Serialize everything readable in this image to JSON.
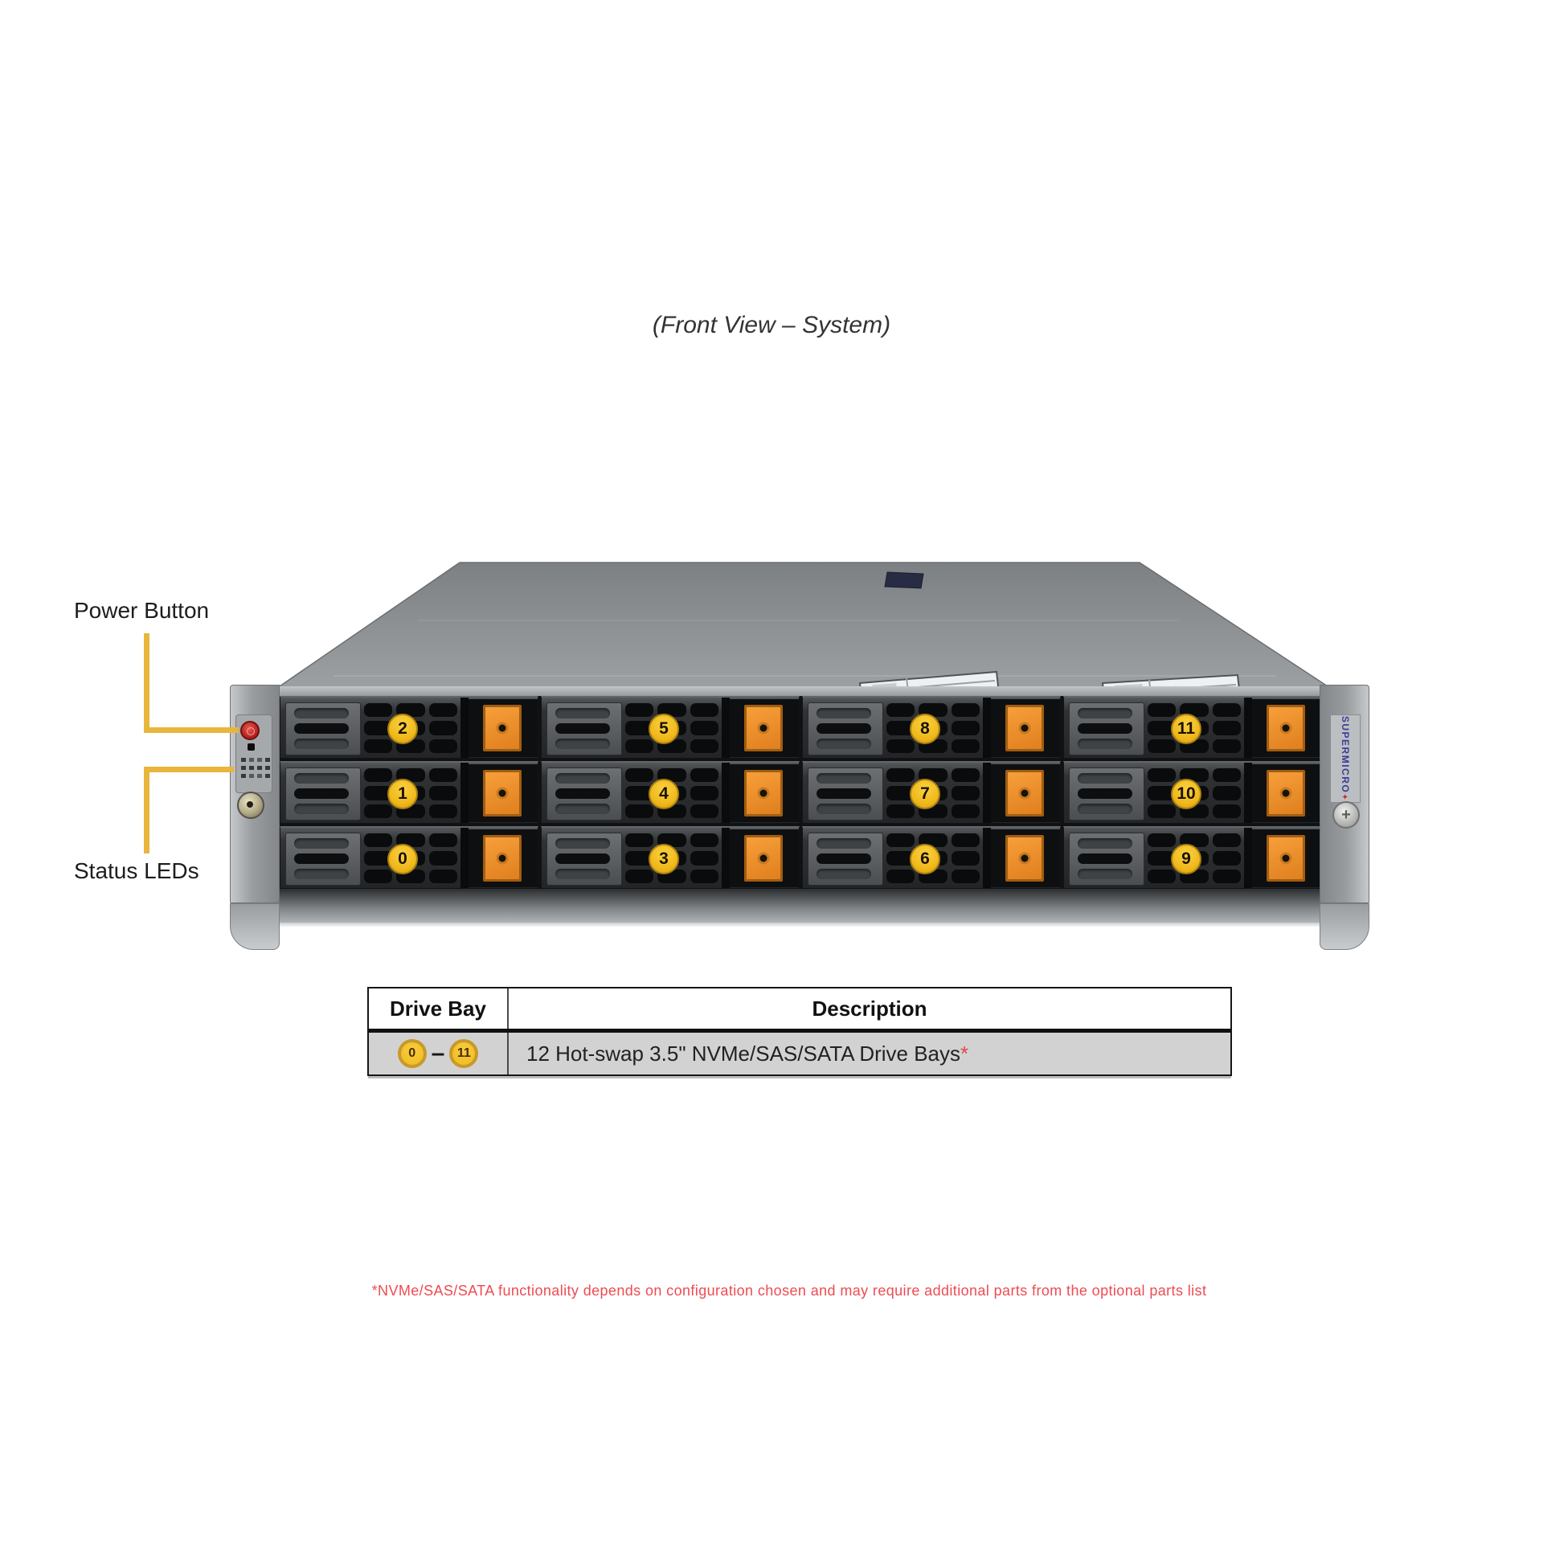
{
  "title": "(Front View – System)",
  "callouts": {
    "power": "Power Button",
    "status": "Status LEDs"
  },
  "server": {
    "brand_vertical": "SUPERMICRO",
    "bays": {
      "numbers": [
        "2",
        "5",
        "8",
        "11",
        "1",
        "4",
        "7",
        "10",
        "0",
        "3",
        "6",
        "9"
      ]
    }
  },
  "table": {
    "headers": [
      "Drive Bay",
      "Description"
    ],
    "row": {
      "bay_start": "0",
      "separator": "–",
      "bay_end": "11",
      "description": "12 Hot-swap 3.5\" NVMe/SAS/SATA Drive Bays",
      "footnote_marker": "*"
    }
  },
  "footnote": "*NVMe/SAS/SATA functionality depends on configuration chosen and may require additional parts from the optional parts list",
  "colors": {
    "callout_yellow": "#E9B53C",
    "badge_yellow": "#F0B91B",
    "release_orange": "#EE8D2F",
    "footnote_red": "#EE4B52",
    "brand_blue": "#3A3D96",
    "power_red": "#B3221F",
    "table_row_gray": "#D2D2D2"
  }
}
